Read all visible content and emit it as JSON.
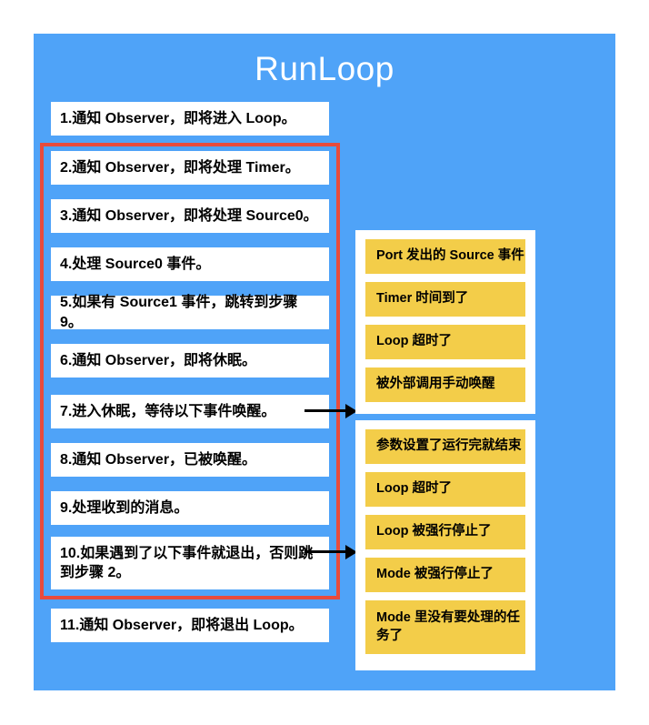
{
  "title": "RunLoop",
  "colors": {
    "panel_blue": "#4FA3F8",
    "box_white": "#FFFFFF",
    "event_yellow": "#F3CD49",
    "highlight_red": "#E84B3C",
    "text_black": "#000000",
    "title_white": "#FFFFFF"
  },
  "steps": [
    {
      "text": "1.通知 Observer，即将进入 Loop。"
    },
    {
      "text": "2.通知 Observer，即将处理 Timer。"
    },
    {
      "text": "3.通知 Observer，即将处理 Source0。"
    },
    {
      "text": "4.处理 Source0 事件。"
    },
    {
      "text": "5.如果有 Source1 事件，跳转到步骤 9。"
    },
    {
      "text": "6.通知 Observer，即将休眠。"
    },
    {
      "text": "7.进入休眠，等待以下事件唤醒。"
    },
    {
      "text": "8.通知 Observer，已被唤醒。"
    },
    {
      "text": "9.处理收到的消息。"
    },
    {
      "text": "10.如果遇到了以下事件就退出，否则跳到步骤 2。"
    },
    {
      "text": "11.通知 Observer，即将退出 Loop。"
    }
  ],
  "wake_events": {
    "items": [
      "Port 发出的 Source 事件",
      "Timer 时间到了",
      "Loop 超时了",
      "被外部调用手动唤醒"
    ]
  },
  "exit_events": {
    "items": [
      "参数设置了运行完就结束",
      "Loop 超时了",
      "Loop 被强行停止了",
      "Mode 被强行停止了",
      "Mode 里没有要处理的任务了"
    ]
  }
}
